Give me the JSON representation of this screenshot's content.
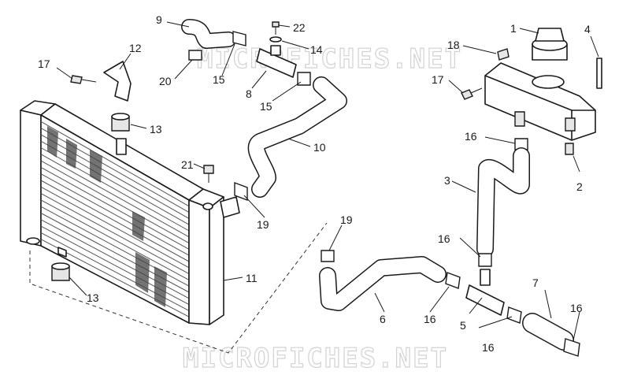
{
  "diagram": {
    "watermarks": [
      "MICROFICHES.NET",
      "MICROFICHES.NET"
    ],
    "callouts": [
      {
        "id": "c1",
        "label": "1"
      },
      {
        "id": "c2",
        "label": "2"
      },
      {
        "id": "c3",
        "label": "3"
      },
      {
        "id": "c4",
        "label": "4"
      },
      {
        "id": "c5",
        "label": "5"
      },
      {
        "id": "c6",
        "label": "6"
      },
      {
        "id": "c7",
        "label": "7"
      },
      {
        "id": "c8",
        "label": "8"
      },
      {
        "id": "c9",
        "label": "9"
      },
      {
        "id": "c10",
        "label": "10"
      },
      {
        "id": "c11",
        "label": "11"
      },
      {
        "id": "c12",
        "label": "12"
      },
      {
        "id": "c13a",
        "label": "13"
      },
      {
        "id": "c13b",
        "label": "13"
      },
      {
        "id": "c14",
        "label": "14"
      },
      {
        "id": "c15a",
        "label": "15"
      },
      {
        "id": "c15b",
        "label": "15"
      },
      {
        "id": "c16a",
        "label": "16"
      },
      {
        "id": "c16b",
        "label": "16"
      },
      {
        "id": "c16c",
        "label": "16"
      },
      {
        "id": "c16d",
        "label": "16"
      },
      {
        "id": "c16e",
        "label": "16"
      },
      {
        "id": "c17a",
        "label": "17"
      },
      {
        "id": "c17b",
        "label": "17"
      },
      {
        "id": "c18",
        "label": "18"
      },
      {
        "id": "c19a",
        "label": "19"
      },
      {
        "id": "c19b",
        "label": "19"
      },
      {
        "id": "c20",
        "label": "20"
      },
      {
        "id": "c21",
        "label": "21"
      },
      {
        "id": "c22",
        "label": "22"
      }
    ]
  }
}
